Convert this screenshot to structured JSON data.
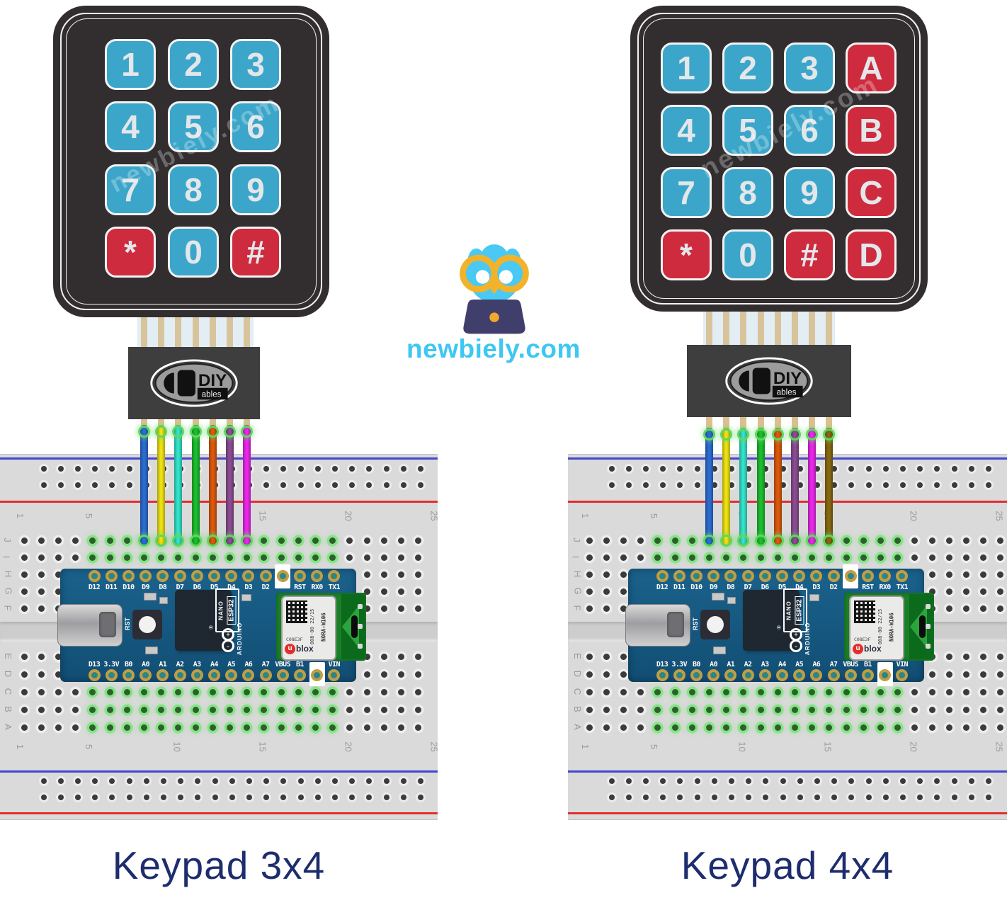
{
  "watermark": {
    "text": "newbiely.com"
  },
  "brand": {
    "name": "newbiely.com",
    "color": "#3EC7F2"
  },
  "captions": {
    "left": "Keypad 3x4",
    "right": "Keypad 4x4",
    "color": "#1D2D6E"
  },
  "connector": {
    "line1": "DIY",
    "line2": "ables"
  },
  "keypad_3x4": {
    "rows": [
      [
        "1",
        "2",
        "3"
      ],
      [
        "4",
        "5",
        "6"
      ],
      [
        "7",
        "8",
        "9"
      ],
      [
        "*",
        "0",
        "#"
      ]
    ],
    "red_keys": [
      "*",
      "#"
    ]
  },
  "keypad_4x4": {
    "rows": [
      [
        "1",
        "2",
        "3",
        "A"
      ],
      [
        "4",
        "5",
        "6",
        "B"
      ],
      [
        "7",
        "8",
        "9",
        "C"
      ],
      [
        "*",
        "0",
        "#",
        "D"
      ]
    ],
    "red_keys": [
      "*",
      "#",
      "A",
      "B",
      "C",
      "D"
    ]
  },
  "colors": {
    "key_blue": "#3BA6C9",
    "key_red": "#CE2B3E",
    "wires_3x4": [
      "#2E6FD6",
      "#F2E713",
      "#35E8CF",
      "#1CC230",
      "#E05C0E",
      "#8F4E96",
      "#EE29EE"
    ],
    "wires_4x4": [
      "#2E6FD6",
      "#F2E713",
      "#35E8CF",
      "#1CC230",
      "#E05C0E",
      "#8F4E96",
      "#EE29EE",
      "#8A6B12"
    ]
  },
  "arduino": {
    "top_pins": [
      "D12",
      "D11",
      "D10",
      "D9",
      "D8",
      "D7",
      "D6",
      "D5",
      "D4",
      "D3",
      "D2",
      "",
      "RST",
      "RX0",
      "TX1"
    ],
    "bottom_pins": [
      "D13",
      "3.3V",
      "B0",
      "A0",
      "A1",
      "A2",
      "A3",
      "A4",
      "A5",
      "A6",
      "A7",
      "VBUS",
      "B1",
      "",
      "VIN"
    ],
    "labels": {
      "nano": "NANO",
      "esp32": "ESP32",
      "arduino": "ARDUINO",
      "rst": "RST",
      "registered": "®",
      "plus": "+",
      "minus": "-"
    },
    "module": {
      "qr_id": "C08E3F",
      "code": "008-00 22/15",
      "model": "NORA-W106",
      "brand_u": "u",
      "brand_rest": "blox"
    }
  },
  "breadboard": {
    "top_row_letters": [
      "J",
      "I",
      "H",
      "G",
      "F"
    ],
    "bottom_row_letters": [
      "E",
      "D",
      "C",
      "B",
      "A"
    ],
    "column_numbers": [
      "1",
      "5",
      "10",
      "15",
      "20",
      "25"
    ]
  }
}
